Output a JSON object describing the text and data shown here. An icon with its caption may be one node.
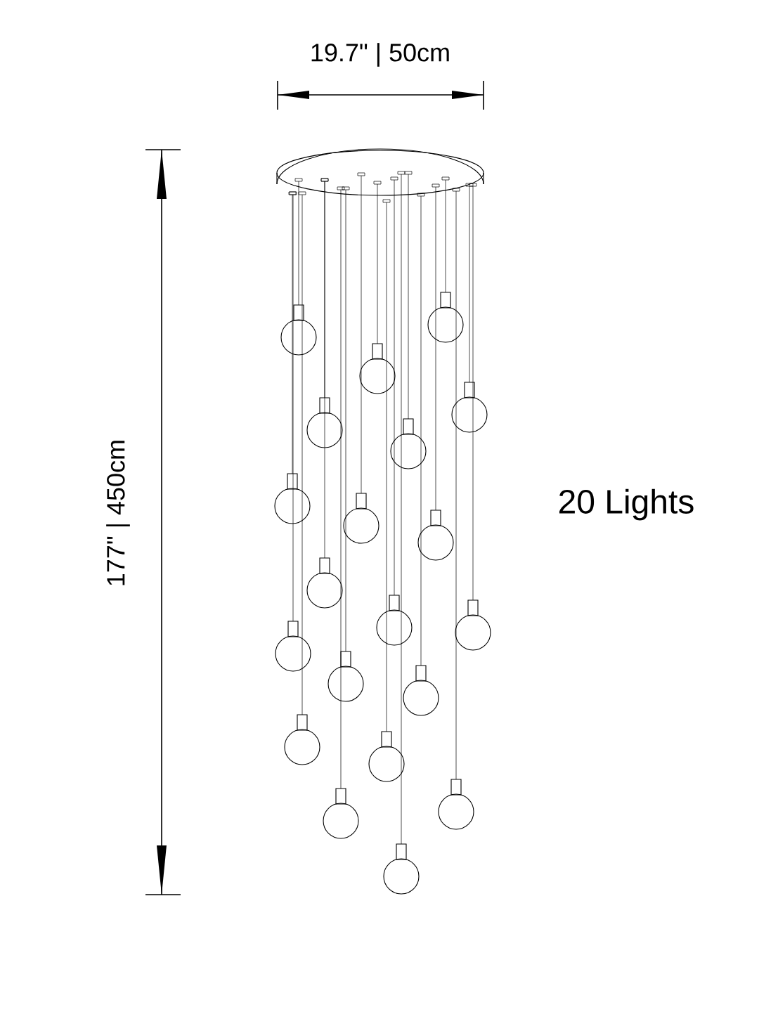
{
  "diagram": {
    "labels": [
      "19.7\" | 50cm",
      "177\" | 450cm",
      "20 Lights"
    ]
  }
}
